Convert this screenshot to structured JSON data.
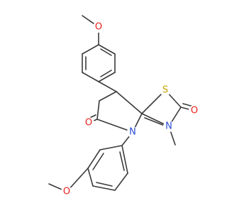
{
  "molecule": {
    "colors": {
      "bond": "#3a3a3a",
      "oxygen": "#e8211c",
      "sulfur": "#c9a400",
      "nitrogen": "#2b4cd8"
    },
    "labels": {
      "o_methoxy_top": "O",
      "s_thiazole": "S",
      "o_thiazolone": "O",
      "o_lactam": "O",
      "n_ring": "N",
      "n_thiazole": "N",
      "o_methoxy_bottom": "O"
    }
  }
}
